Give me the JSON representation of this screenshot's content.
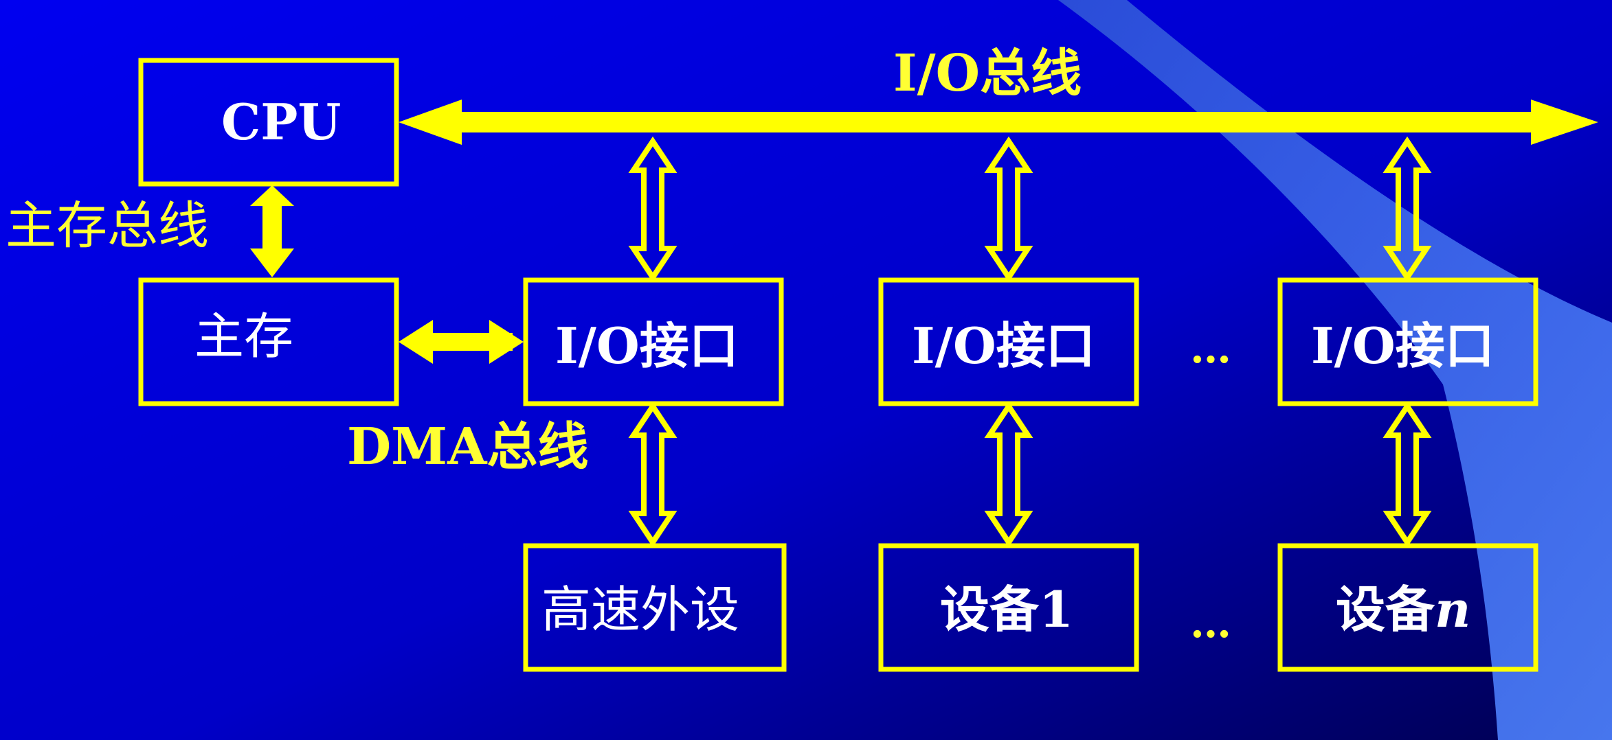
{
  "diagram": {
    "nodes": {
      "cpu": "CPU",
      "main_memory": "主存",
      "io_interface_1": "I/O接口",
      "io_interface_2": "I/O接口",
      "io_interface_n": "I/O接口",
      "high_speed_peripheral": "高速外设",
      "device_1": "设备1",
      "device_n_prefix": "设备",
      "device_n_suffix": "n"
    },
    "buses": {
      "io_bus": "I/O总线",
      "main_memory_bus": "主存总线",
      "dma_bus": "DMA总线"
    },
    "ellipsis": {
      "interfaces": "…",
      "devices": "…"
    }
  },
  "colors": {
    "background_start": "#0000ee",
    "background_end": "#000055",
    "accent_wedge": "#3a6cf0",
    "line": "#ffff00",
    "bus_text": "#ffff33",
    "box_text": "#ffffff"
  }
}
